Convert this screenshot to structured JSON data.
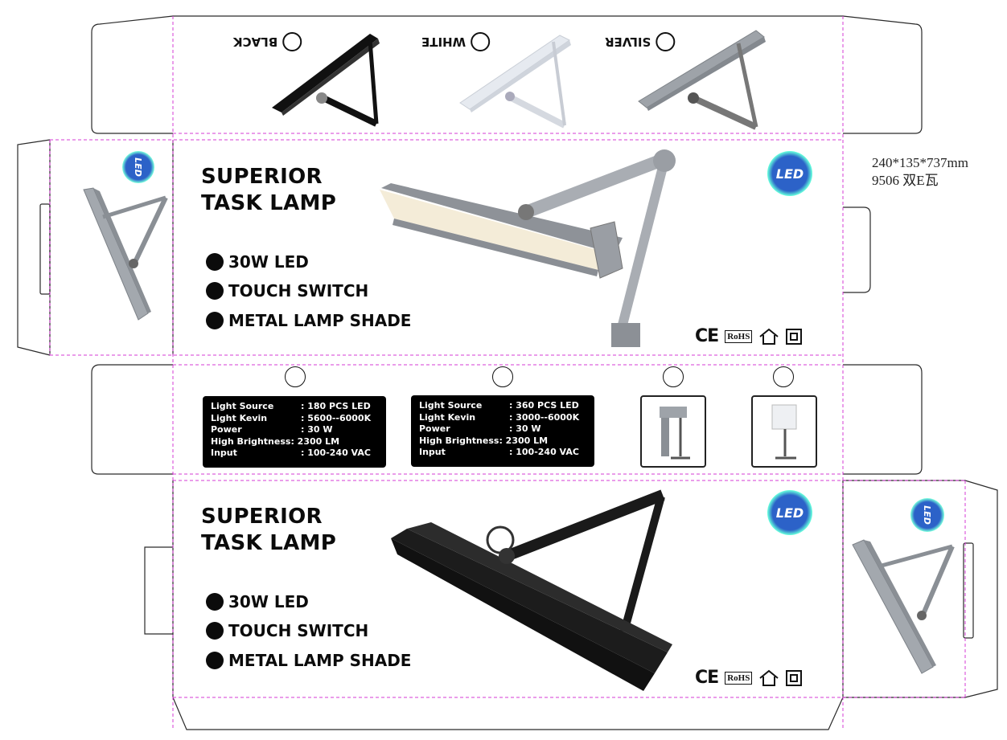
{
  "colors": {
    "dieline": "#2a2a2a",
    "fold_line": "#d63bd6",
    "text": "#0b0b0b",
    "spec_bg": "#000000",
    "led_badge": "#1e4fa8"
  },
  "top_flap": {
    "color_options": [
      {
        "label": "SILVER"
      },
      {
        "label": "WHITE"
      },
      {
        "label": "BLACK"
      }
    ]
  },
  "front_panel": {
    "title_line1": "SUPERIOR",
    "title_line2": "TASK LAMP",
    "features": [
      "30W LED",
      "TOUCH SWITCH",
      "METAL LAMP SHADE"
    ],
    "badge": "LED"
  },
  "back_panel": {
    "title_line1": "SUPERIOR",
    "title_line2": "TASK LAMP",
    "features": [
      "30W LED",
      "TOUCH SWITCH",
      "METAL LAMP SHADE"
    ],
    "badge": "LED"
  },
  "certifications": {
    "ce": "CE",
    "rohs": "RoHS"
  },
  "specs": [
    {
      "rows": [
        {
          "key": "Light Source",
          "value": ": 180 PCS LED"
        },
        {
          "key": "Light Kevin",
          "value": ":  5600--6000K"
        },
        {
          "key": "Power",
          "value": ": 30 W"
        },
        {
          "key": "High Brightness",
          "value": ": 2300 LM"
        },
        {
          "key": "Input",
          "value": ": 100-240 VAC"
        }
      ]
    },
    {
      "rows": [
        {
          "key": "Light Source",
          "value": ": 360 PCS LED"
        },
        {
          "key": "Light Kevin",
          "value": ":  3000--6000K"
        },
        {
          "key": "Power",
          "value": ": 30 W"
        },
        {
          "key": "High Brightness",
          "value": ": 2300 LM"
        },
        {
          "key": "Input",
          "value": ": 100-240 VAC"
        }
      ]
    }
  ],
  "dimensions": {
    "size": "240*135*737mm",
    "model": "9506 双E瓦"
  }
}
